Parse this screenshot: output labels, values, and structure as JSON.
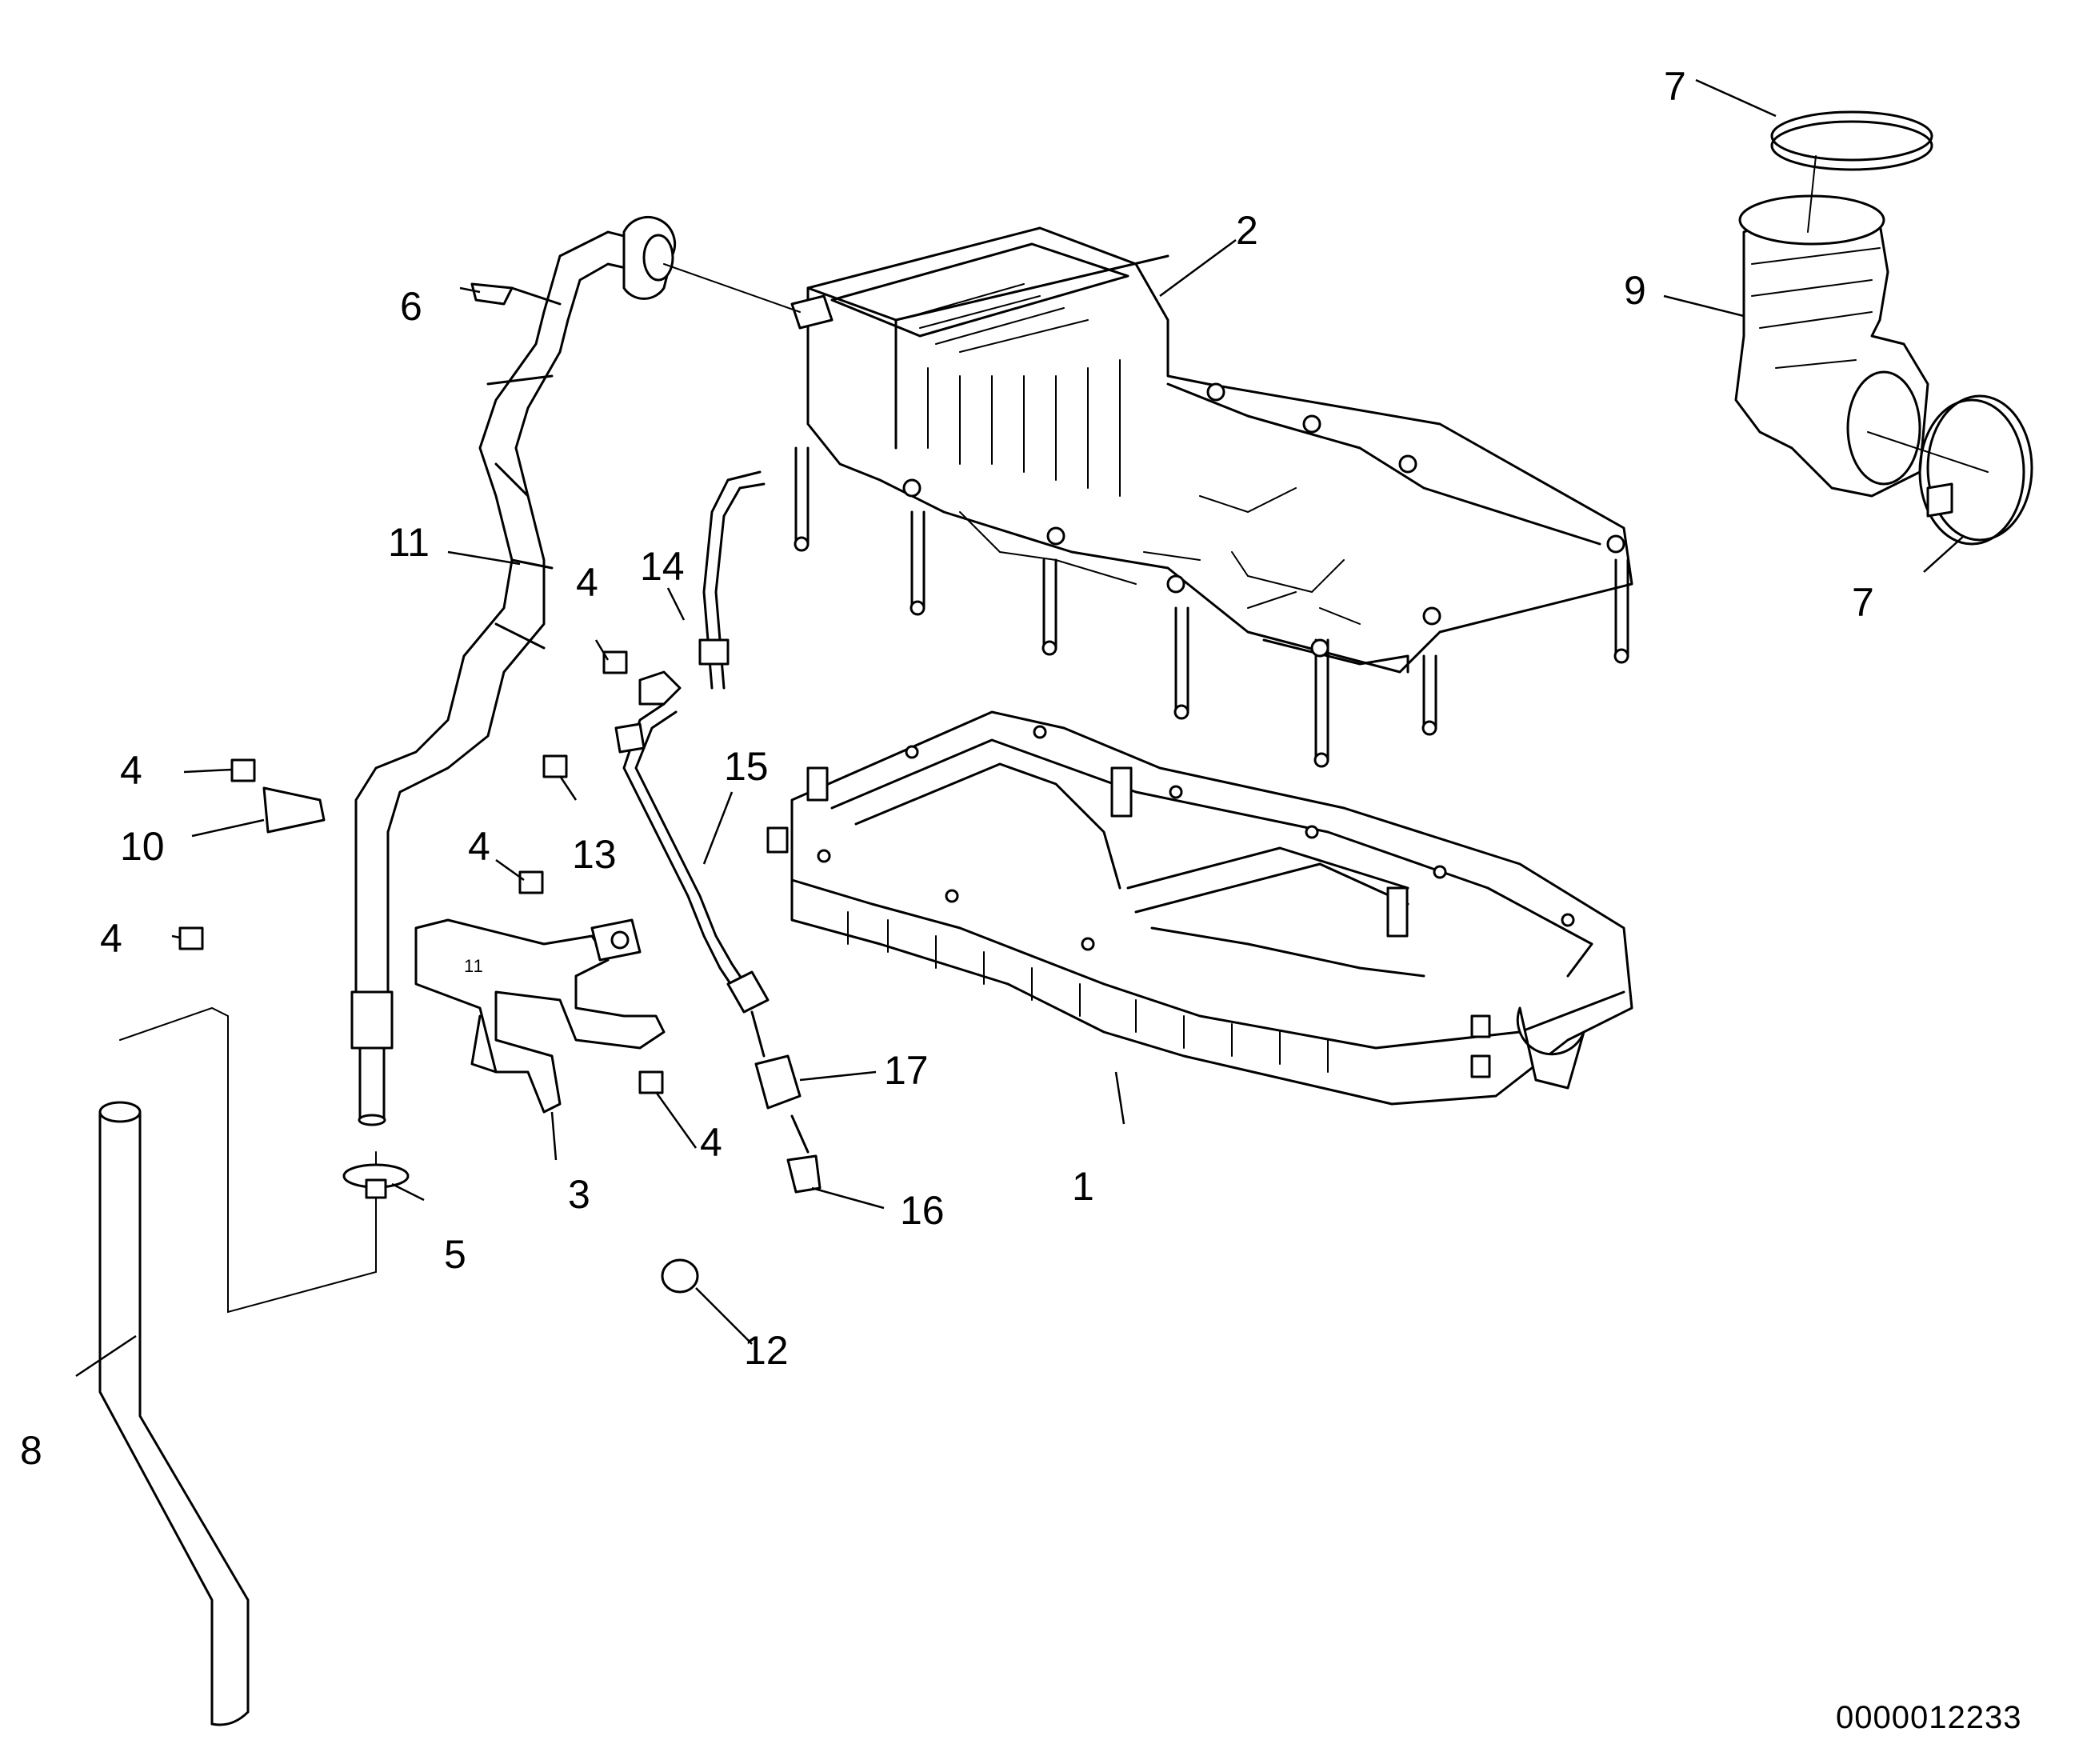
{
  "document_number": "0000012233",
  "callouts": {
    "c1": "1",
    "c2": "2",
    "c3": "3",
    "c4a": "4",
    "c4b": "4",
    "c4c": "4",
    "c4d": "4",
    "c4e": "4",
    "c5": "5",
    "c6": "6",
    "c7a": "7",
    "c7b": "7",
    "c8": "8",
    "c9": "9",
    "c10": "10",
    "c11": "11",
    "c12": "12",
    "c13": "13",
    "c14": "14",
    "c15": "15",
    "c16": "16",
    "c17": "17"
  }
}
